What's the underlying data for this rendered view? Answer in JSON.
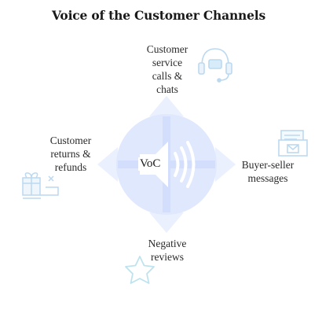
{
  "diagram": {
    "title": "Voice of the Customer Channels",
    "hub": {
      "label": "VoC",
      "icon": "speaker-icon"
    },
    "channels": [
      {
        "label": "Customer\nservice\ncalls &\nchats",
        "icon": "headset-icon",
        "position": "top"
      },
      {
        "label": "Buyer-seller\nmessages",
        "icon": "mailbox-icon",
        "position": "right"
      },
      {
        "label": "Negative\nreviews",
        "icon": "star-icon",
        "position": "bottom"
      },
      {
        "label": "Customer\nreturns &\nrefunds",
        "icon": "gift-box-icon",
        "position": "left"
      }
    ]
  },
  "colors": {
    "circle": "#dfe8fd",
    "arrows": "#eaf0fe",
    "icon_stroke": "#bcd9f0",
    "speaker": "#ffffff"
  }
}
